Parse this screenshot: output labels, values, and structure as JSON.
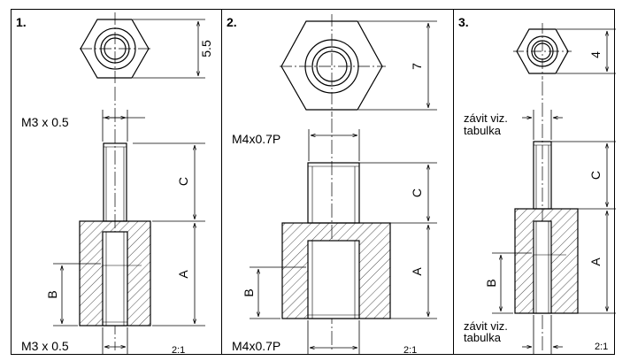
{
  "panels": [
    {
      "number": "1.",
      "hex_dim": "5.5",
      "thread_top": "M3 x 0.5",
      "thread_bottom": "M3 x 0.5",
      "dim_c": "C",
      "dim_a": "A",
      "dim_b": "B",
      "scale": "2:1"
    },
    {
      "number": "2.",
      "hex_dim": "7",
      "thread_top": "M4x0.7P",
      "thread_bottom": "M4x0.7P",
      "dim_c": "C",
      "dim_a": "A",
      "dim_b": "B",
      "scale": "2:1"
    },
    {
      "number": "3.",
      "hex_dim": "4",
      "thread_top_line1": "závit viz.",
      "thread_top_line2": "tabulka",
      "thread_bottom_line1": "závit viz.",
      "thread_bottom_line2": "tabulka",
      "dim_c": "C",
      "dim_a": "A",
      "dim_b": "B",
      "scale": "2:1"
    }
  ]
}
